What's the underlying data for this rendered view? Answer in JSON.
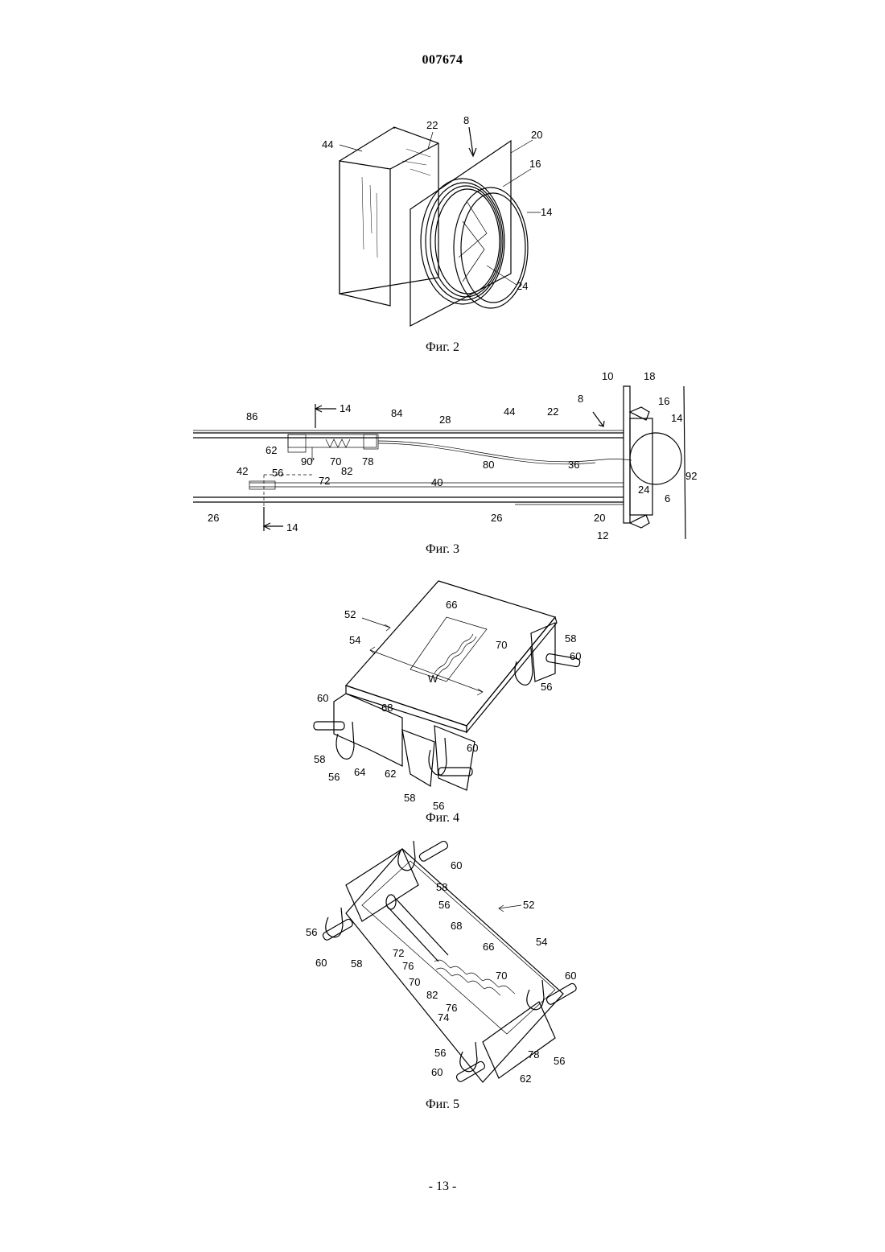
{
  "header": {
    "doc_number": "007674"
  },
  "figures": [
    {
      "caption": "Фиг. 2",
      "labels": [
        "44",
        "22",
        "8",
        "20",
        "16",
        "14",
        "24"
      ]
    },
    {
      "caption": "Фиг. 3",
      "labels": [
        "10",
        "18",
        "16",
        "14",
        "8",
        "22",
        "44",
        "28",
        "84",
        "86",
        "14",
        "62",
        "56",
        "90'",
        "70",
        "82",
        "78",
        "80",
        "36",
        "92",
        "72",
        "42",
        "40",
        "26",
        "26",
        "20",
        "24",
        "6",
        "12",
        "14"
      ]
    },
    {
      "caption": "Фиг. 4",
      "labels": [
        "52",
        "66",
        "70",
        "54",
        "58",
        "60",
        "W",
        "68",
        "60",
        "56",
        "58",
        "56",
        "64",
        "62",
        "60",
        "58",
        "56"
      ]
    },
    {
      "caption": "Фиг. 5",
      "labels": [
        "60",
        "58",
        "56",
        "52",
        "68",
        "54",
        "56",
        "60",
        "58",
        "72",
        "76",
        "66",
        "70",
        "82",
        "70",
        "60",
        "76",
        "74",
        "78",
        "56",
        "56",
        "60",
        "62"
      ]
    }
  ],
  "footer": {
    "page_number": "- 13 -"
  }
}
